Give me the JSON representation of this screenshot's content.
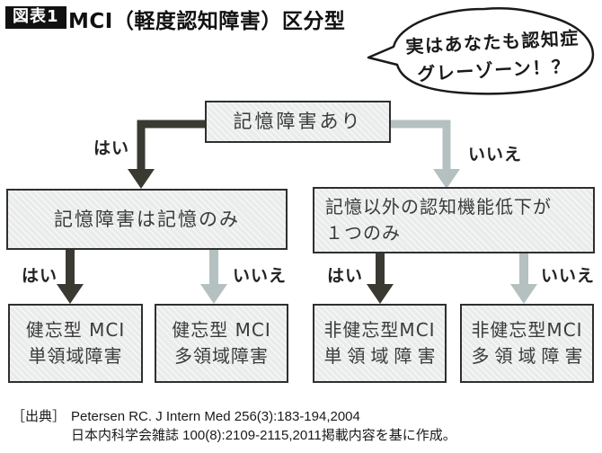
{
  "header": {
    "badge": "図表1",
    "title": "MCI（軽度認知障害）区分型"
  },
  "bubble": {
    "line1": "実はあなたも認知症",
    "line2": "グレーゾーン！？"
  },
  "flow": {
    "root_label": "記憶障害あり",
    "yes_label": "はい",
    "no_label": "いいえ",
    "mid_left_label": "記憶障害は記憶のみ",
    "mid_right_line1": "記憶以外の認知機能低下が",
    "mid_right_line2": "１つのみ",
    "leaves": [
      {
        "line1": "健忘型 MCI",
        "line2": "単領域障害"
      },
      {
        "line1": "健忘型 MCI",
        "line2": "多領域障害"
      },
      {
        "line1": "非健忘型MCI",
        "line2": "単領域障害"
      },
      {
        "line1": "非健忘型MCI",
        "line2": "多領域障害"
      }
    ]
  },
  "source": {
    "prefix": "［出典］",
    "line1": "Petersen RC. J Intern Med 256(3):183-194,2004",
    "line2": "日本内科学会雑誌 100(8):2109-2115,2011掲載内容を基に作成。"
  },
  "colors": {
    "arrow_dark": "#3a3a33",
    "arrow_light": "#b5c0c0",
    "box_border": "#2f2f2f",
    "box_fill": "#eaebeb",
    "badge_bg": "#111111",
    "bubble_outline": "#1a1a1a"
  }
}
